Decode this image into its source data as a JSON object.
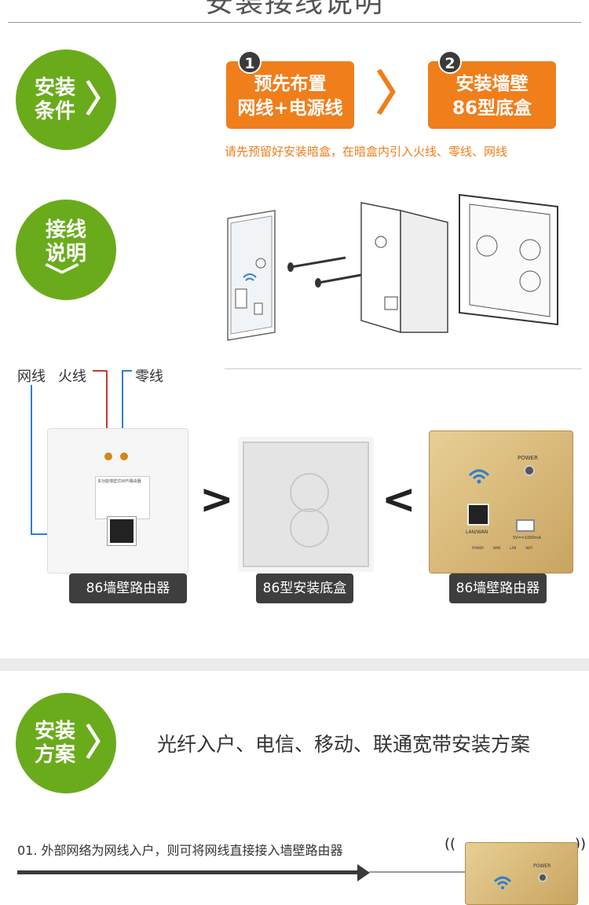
{
  "header": {
    "title": "安装接线说明"
  },
  "section1": {
    "badge_lines": [
      "安装",
      "条件"
    ],
    "steps": [
      {
        "num": "1",
        "lines": [
          "预先布置",
          "网线+电源线"
        ]
      },
      {
        "num": "2",
        "lines": [
          "安装墙壁",
          "86型底盒"
        ]
      }
    ],
    "note": "请先预留好安装暗盒，在暗盒内引入火线、零线、网线"
  },
  "section2": {
    "badge_lines": [
      "接线",
      "说明"
    ],
    "panel_power_label": "POWER",
    "wire_labels": {
      "network": "网线",
      "live": "火线",
      "neutral": "零线"
    },
    "products": [
      {
        "caption": "86墙壁路由器"
      },
      {
        "caption": "86型安装底盒"
      },
      {
        "caption": "86墙壁路由器"
      }
    ],
    "gold_panel": {
      "power": "POWER",
      "port_label": "LAN/WAN",
      "usb_label": "5V==1000mA",
      "leds": [
        "POWER",
        "WAN",
        "LAN",
        "WIFI"
      ]
    },
    "back_label": "多功能墙壁式WIFI路由器"
  },
  "section3": {
    "badge_lines": [
      "安装",
      "方案"
    ],
    "headline": "光纤入户、电信、移动、联通宽带安装方案",
    "item1": "01. 外部网络为网线入户，则可将网线直接接入墙壁路由器",
    "gold_power": "POWER"
  },
  "colors": {
    "green": "#6aab1c",
    "orange": "#f07e1b",
    "wire_red": "#c0392b",
    "wire_blue": "#2d7fd0",
    "gold": "#d9b878"
  }
}
